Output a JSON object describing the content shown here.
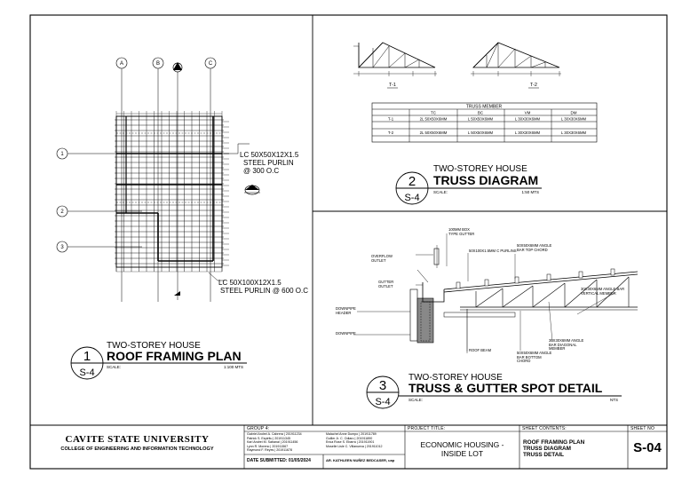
{
  "views": [
    {
      "num": "1",
      "sheet": "S-4",
      "project": "TWO-STOREY HOUSE",
      "title": "ROOF FRAMING PLAN",
      "scale_label": "SCALE:",
      "scale": "1:100 MTS"
    },
    {
      "num": "2",
      "sheet": "S-4",
      "project": "TWO-STOREY HOUSE",
      "title": "TRUSS DIAGRAM",
      "scale_label": "SCALE:",
      "scale": "1:50 MTS"
    },
    {
      "num": "3",
      "sheet": "S-4",
      "project": "TWO-STOREY HOUSE",
      "title": "TRUSS & GUTTER SPOT DETAIL",
      "scale_label": "SCALE:",
      "scale": "NTS"
    }
  ],
  "plan": {
    "grid_cols": [
      "A",
      "B",
      "C"
    ],
    "grid_rows": [
      "1",
      "2",
      "3"
    ],
    "callout_top": [
      "LC 50X50X12X1.5",
      "STEEL  PURLIN",
      "@ 300 O.C"
    ],
    "callout_bottom": [
      "LC 50X100X12X1.5",
      "STEEL  PURLIN @ 600 O.C"
    ]
  },
  "truss": {
    "labels": [
      "T-1",
      "T-2"
    ],
    "table_title": "TRUSS MEMBER",
    "columns": [
      "",
      "TC",
      "BC",
      "VM",
      "DM"
    ],
    "rows": [
      [
        "T-1",
        "2L 50X50X6MM",
        "L 50X50X6MM",
        "L 30X30X6MM",
        "L 30X30X6MM"
      ],
      [
        "T-2",
        "2L 50X50X6MM",
        "L 50X50X6MM",
        "L 30X30X6MM",
        "L 30X30X6MM"
      ]
    ]
  },
  "detail": {
    "labels": [
      "100MM BOX TYPE GUTTER",
      "50X100X1.5MM C PURLINS",
      "50X50X6MM ANGLE BAR TOP CHORD",
      "OVERFLOW OUTLET",
      "GUTTER OUTLET",
      "DOWNPIPE HEADER",
      "DOWNPIPE",
      "ROOF BEAM",
      "50X50X6MM ANGLE BAR BOTTOM CHORD",
      "30X30X6MM ANGLE BAR DIAGONAL MEMBER",
      "30X30X6MM ANGLE BAR VERTICAL MEMBER"
    ]
  },
  "titleblock": {
    "university": "CAVITE STATE UNIVERSITY",
    "college": "COLLEGE OF ENGINEERING AND INFORMATION TECHNOLOGY",
    "group_label": "GROUP 4:",
    "members_left": [
      "Gabriel Andrei A. Cabrera | 201911234",
      "Patrick S. Espiritu | 201911345",
      "Karl Andrei M. Sabanal | 201911456",
      "Lynn R. Moreno | 201911567",
      "Raymond F. Reyes | 201911678"
    ],
    "members_right": [
      "Malachel Anne Dumpo | 201911789",
      "Guiller Jr. C. Odiaro | 201911890",
      "Erica Rose S. Ebarra | 201911901",
      "Moselle Lisle C. Villanueva | 201911012"
    ],
    "date_label": "DATE SUBMITTED: 01/05/2024",
    "adviser": "AR. KATHLEEN NUÑEZ BEDCASER, uap",
    "project_label": "PROJECT TITLE:",
    "project_title": [
      "ECONOMIC HOUSING -",
      "INSIDE LOT"
    ],
    "contents_label": "SHEET CONTENTS:",
    "contents": [
      "ROOF FRAMING PLAN",
      "TRUSS DIAGRAM",
      "TRUSS DETAIL"
    ],
    "sheet_label": "SHEET NO",
    "sheet_no": "S-04"
  }
}
